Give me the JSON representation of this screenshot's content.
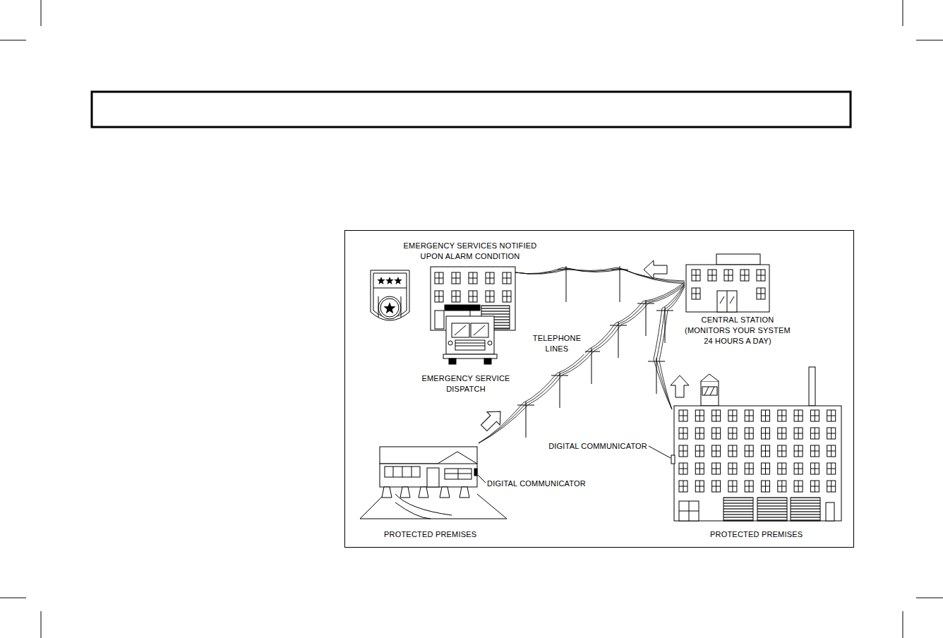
{
  "diagram": {
    "labels": [
      "EMERGENCY SERVICES NOTIFIED UPON ALARM CONDITION",
      "TELEPHONE LINES",
      "CENTRAL STATION (MONITORS YOUR SYSTEM 24 HOURS A DAY)",
      "EMERGENCY SERVICE DISPATCH",
      "DIGITAL COMMUNICATOR",
      "DIGITAL COMMUNICATOR",
      "PROTECTED PREMISES",
      "PROTECTED PREMISES"
    ]
  }
}
